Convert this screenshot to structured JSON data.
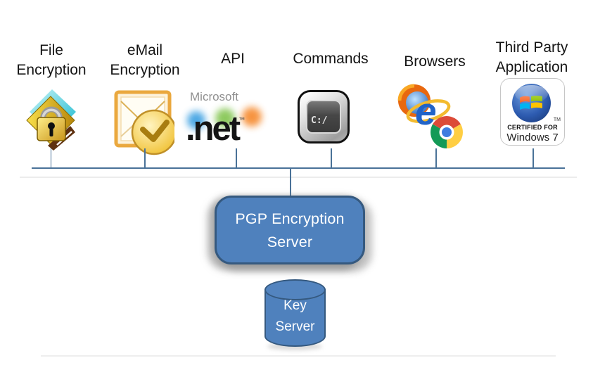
{
  "diagram": {
    "colors": {
      "connector": "#4a7298",
      "node_fill": "#4f81bd",
      "node_border": "#35597f",
      "node_text": "#ffffff",
      "label_text": "#141414"
    },
    "clients": [
      {
        "name": "file-encryption",
        "label1": "File",
        "label2": "Encryption"
      },
      {
        "name": "email-encryption",
        "label1": "eMail",
        "label2": "Encryption"
      },
      {
        "name": "api",
        "label1": "API",
        "logo_brand": "Microsoft",
        "logo_main": ".net",
        "logo_tm": "™"
      },
      {
        "name": "commands",
        "label1": "Commands",
        "prompt_text": "C:/"
      },
      {
        "name": "browsers",
        "label1": "Browsers",
        "ie_letter": "e"
      },
      {
        "name": "third-party-application",
        "label1": "Third Party",
        "label2": "Application",
        "badge_certified": "CERTIFIED FOR",
        "badge_product": "Windows 7",
        "badge_tm": "TM"
      }
    ],
    "pgp_server": {
      "label1": "PGP Encryption",
      "label2": "Server"
    },
    "key_server": {
      "label1": "Key",
      "label2": "Server"
    }
  }
}
